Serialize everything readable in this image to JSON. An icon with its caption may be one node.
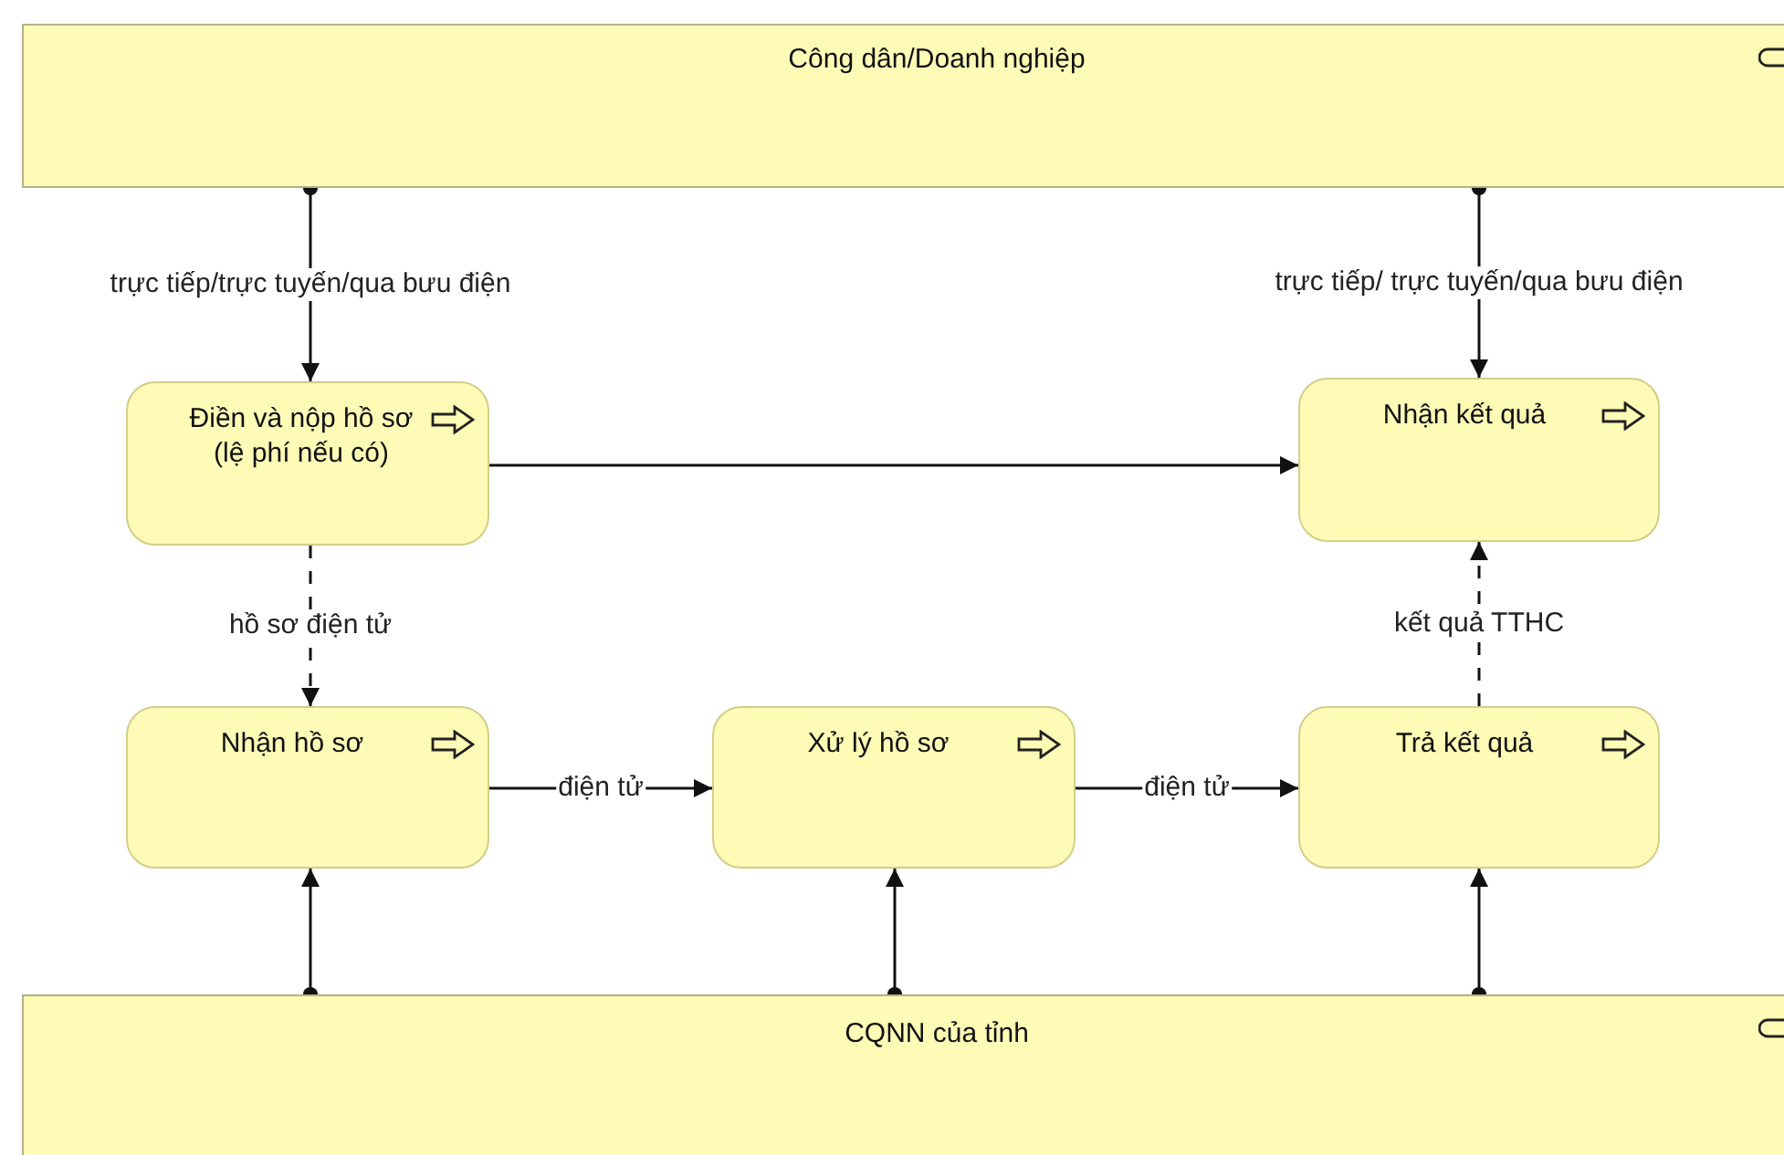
{
  "diagram": {
    "nodes": [
      {
        "text": [
          "Công dân/Doanh nghiệp"
        ]
      },
      {
        "text": [
          "Điền và nộp hồ sơ (lệ phí nếu có)"
        ]
      },
      {
        "text": [
          "Nhận kết quả"
        ]
      },
      {
        "text": [
          "Nhận hồ sơ"
        ]
      },
      {
        "text": [
          "Xử lý hồ sơ"
        ]
      },
      {
        "text": [
          "Trả kết quả"
        ]
      },
      {
        "text": [
          "CQNN của tỉnh"
        ]
      }
    ],
    "edges": [
      {
        "from": 0,
        "to": 1,
        "arrow": "to",
        "label": "trực tiếp/trực tuyến/qua bưu điện"
      },
      {
        "from": 0,
        "to": 2,
        "arrow": "to",
        "label": "trực tiếp/ trực tuyến/qua bưu điện"
      },
      {
        "from": 1,
        "to": 2,
        "arrow": "to"
      },
      {
        "from": 1,
        "to": 3,
        "arrow": "to",
        "label": "hồ sơ điện tử",
        "style": "dashed"
      },
      {
        "from": 3,
        "to": 4,
        "arrow": "to",
        "label": "điện tử"
      },
      {
        "from": 4,
        "to": 5,
        "arrow": "to",
        "label": "điện tử"
      },
      {
        "from": 5,
        "to": 2,
        "arrow": "to",
        "label": "kết quả TTHC",
        "style": "dashed"
      },
      {
        "from": 6,
        "to": 3,
        "arrow": "to"
      },
      {
        "from": 6,
        "to": 4,
        "arrow": "to"
      },
      {
        "from": 6,
        "to": 5,
        "arrow": "to"
      }
    ]
  }
}
